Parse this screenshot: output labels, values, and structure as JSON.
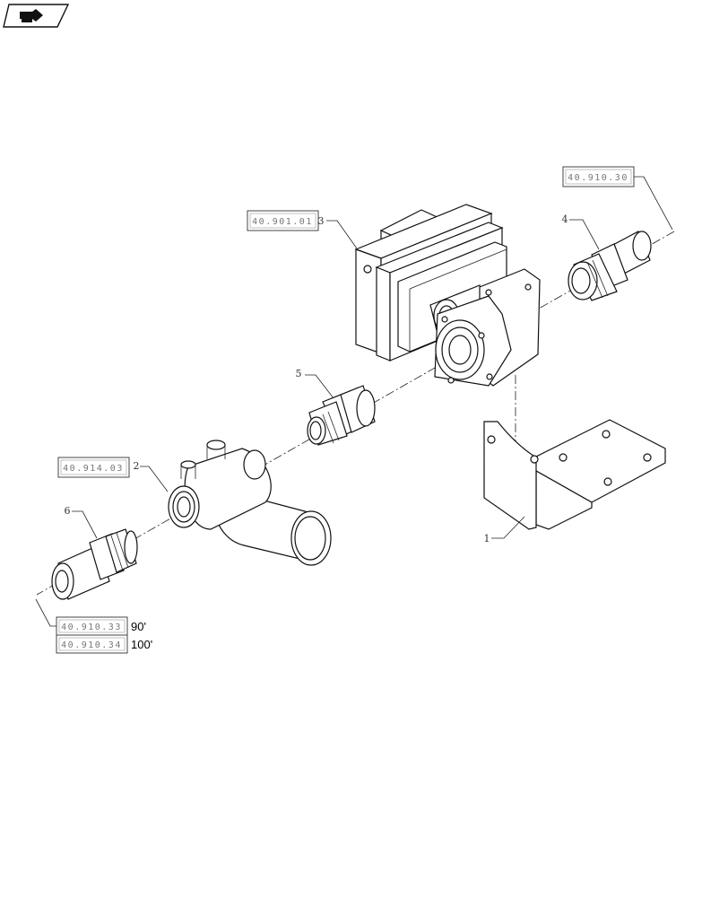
{
  "nav_icon": "back-arrow-icon",
  "references": {
    "ref_409010": "40.910.30",
    "ref_40901": "40.901.01",
    "ref_40914": "40.914.03",
    "ref_40933": "40.910.33",
    "ref_40934": "40.910.34"
  },
  "size_labels": {
    "s90": "90'",
    "s100": "100'"
  },
  "callouts": {
    "c1": "1",
    "c2": "2",
    "c3": "3",
    "c4": "4",
    "c5": "5",
    "c6": "6"
  }
}
